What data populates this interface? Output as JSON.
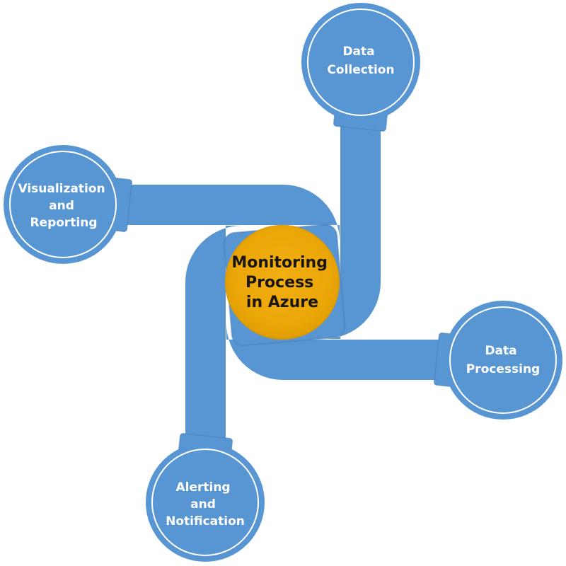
{
  "diagram": {
    "type": "pinwheel-process",
    "center": {
      "label_lines": [
        "Monitoring",
        "Process",
        "in Azure"
      ],
      "fill": "#EBA607",
      "text_color": "#1A1611"
    },
    "nodes": [
      {
        "id": "data-collection",
        "position": "top",
        "label_lines": [
          "Data",
          "Collection"
        ]
      },
      {
        "id": "data-processing",
        "position": "right",
        "label_lines": [
          "Data",
          "Processing"
        ]
      },
      {
        "id": "alerting-and-notification",
        "position": "bottom",
        "label_lines": [
          "Alerting",
          "and",
          "Notification"
        ]
      },
      {
        "id": "visualization-and-reporting",
        "position": "left",
        "label_lines": [
          "Visualization",
          "and",
          "Reporting"
        ]
      }
    ],
    "colors": {
      "node_fill": "#5895D3",
      "seam": "#4A7DB2",
      "ring": "#FFFFFF",
      "node_text": "#FFFFFF",
      "background": "#FFFFFF"
    }
  }
}
